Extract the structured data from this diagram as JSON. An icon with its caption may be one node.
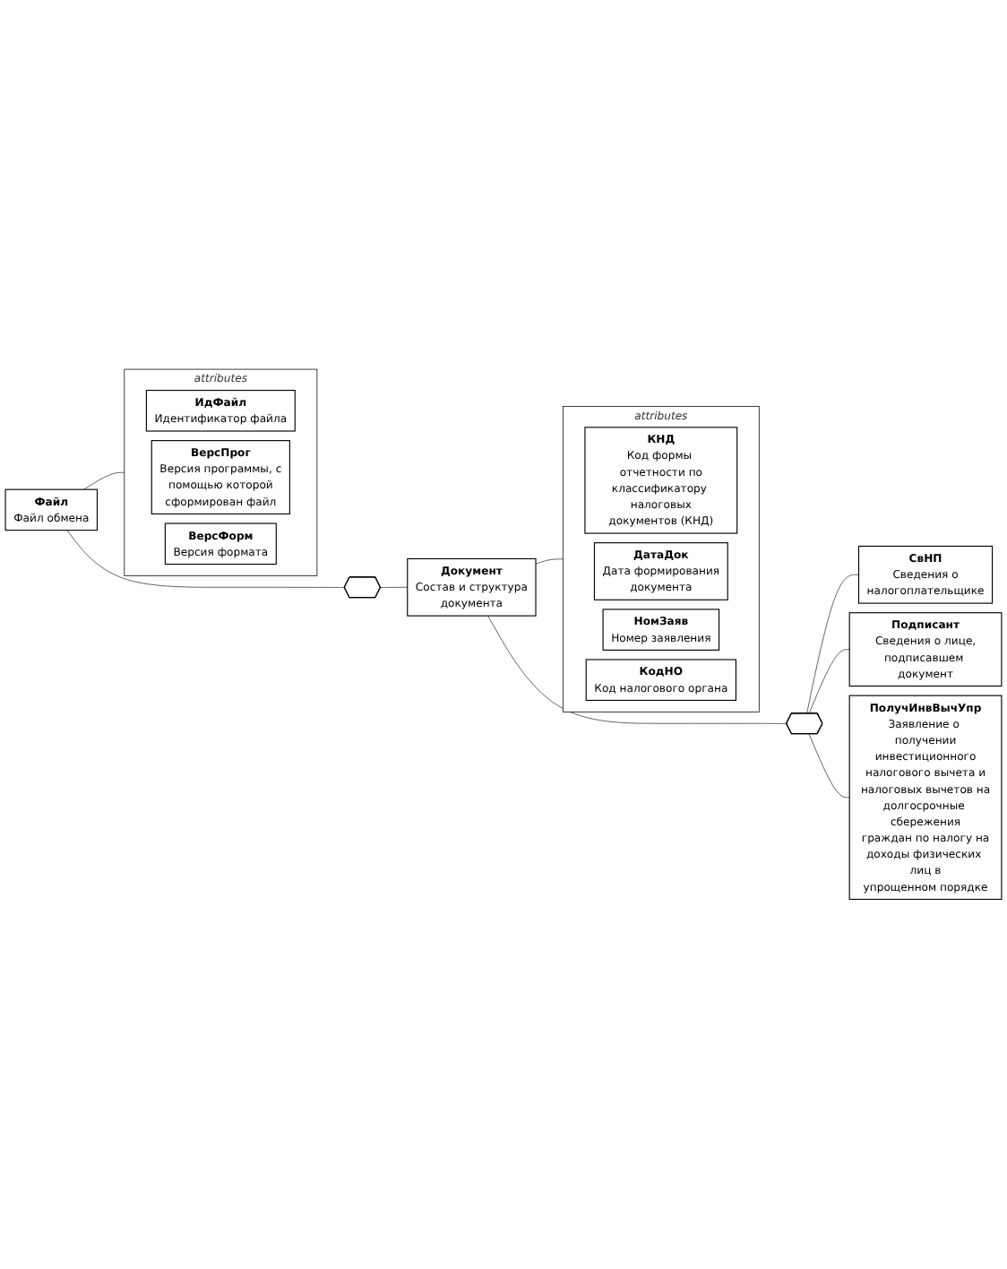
{
  "diagram": {
    "nodes": [
      {
        "text": [
          "Файл",
          "Файл обмена"
        ]
      },
      {
        "text": [
          "attributes"
        ]
      },
      {
        "text": [
          "ИдФайл",
          "Идентификатор файла"
        ],
        "in": 1
      },
      {
        "text": [
          "ВерсПрог",
          "Версия программы, с помощью которой сформирован файл"
        ],
        "in": 1
      },
      {
        "text": [
          "ВерсФорм",
          "Версия формата"
        ],
        "in": 1
      },
      {
        "text": [],
        "shape": "octagon"
      },
      {
        "text": [
          "Документ",
          "Состав и структура документа"
        ]
      },
      {
        "text": [
          "attributes"
        ]
      },
      {
        "text": [
          "КНД",
          "Код формы отчетности по классификатору налоговых документов (КНД)"
        ],
        "in": 7
      },
      {
        "text": [
          "ДатаДок",
          "Дата формирования документа"
        ],
        "in": 7
      },
      {
        "text": [
          "НомЗаяв",
          "Номер заявления"
        ],
        "in": 7
      },
      {
        "text": [
          "КодНО",
          "Код налогового органа"
        ],
        "in": 7
      },
      {
        "text": [],
        "shape": "octagon"
      },
      {
        "text": [
          "СвНП",
          "Сведения о налогоплательщике"
        ]
      },
      {
        "text": [
          "Подписант",
          "Сведения о лице, подписавшем документ"
        ]
      },
      {
        "text": [
          "ПолучИнвВычУпр",
          "Заявление о получении инвестиционного налогового вычета и налоговых вычетов на долгосрочные сбережения граждан по налогу на доходы физических лиц в упрощенном порядке"
        ]
      }
    ],
    "edges": [
      {
        "from": 0,
        "to": 1,
        "arrow": "none"
      },
      {
        "from": 0,
        "to": 5,
        "arrow": "none"
      },
      {
        "from": 5,
        "to": 6,
        "arrow": "none"
      },
      {
        "from": 6,
        "to": 7,
        "arrow": "none"
      },
      {
        "from": 6,
        "to": 12,
        "arrow": "none"
      },
      {
        "from": 12,
        "to": 13,
        "arrow": "none"
      },
      {
        "from": 12,
        "to": 14,
        "arrow": "none"
      },
      {
        "from": 12,
        "to": 15,
        "arrow": "none"
      }
    ]
  }
}
